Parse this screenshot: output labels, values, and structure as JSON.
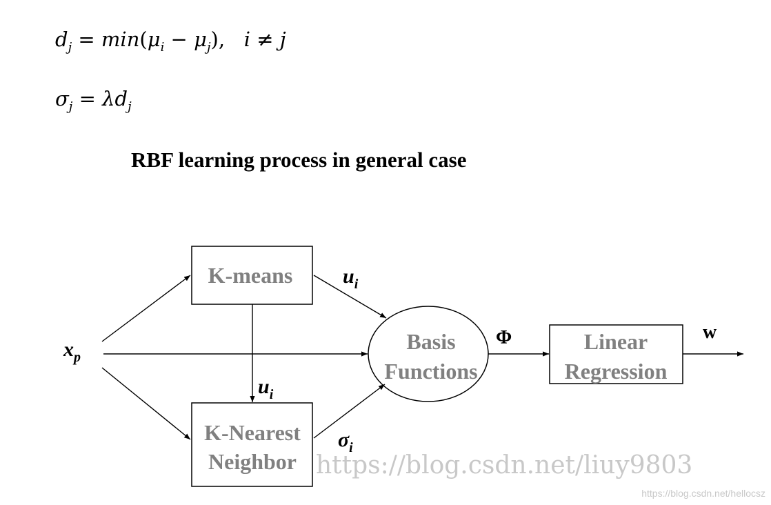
{
  "equations": {
    "eq1": {
      "lhs_var": "d",
      "lhs_sub": "j",
      "equals": "=",
      "func": "min",
      "open": "(",
      "mu1": "μ",
      "mu1_sub": "i",
      "minus": "−",
      "mu2": "μ",
      "mu2_sub": "j",
      "close": ")",
      "comma": ",",
      "cond_i": "i",
      "neq": "≠",
      "cond_j": "j"
    },
    "eq2": {
      "lhs_var": "σ",
      "lhs_sub": "j",
      "equals": "=",
      "lambda": "λ",
      "d": "d",
      "d_sub": "j"
    }
  },
  "heading": "RBF learning process in general case",
  "diagram": {
    "input": {
      "base": "x",
      "sub": "p"
    },
    "kmeans": "K-means",
    "knn": [
      "K-Nearest",
      "Neighbor"
    ],
    "basis": [
      "Basis",
      "Functions"
    ],
    "linreg": [
      "Linear",
      "Regression"
    ],
    "label_u_top": {
      "base": "u",
      "sub": "i"
    },
    "label_u_mid": {
      "base": "u",
      "sub": "i"
    },
    "label_sigma": {
      "base": "σ",
      "sub": "i"
    },
    "label_phi": "Φ",
    "label_w": "w",
    "box_text_color": "#808080"
  },
  "watermarks": {
    "main": "https://blog.csdn.net/liuy9803",
    "corner": "https://blog.csdn.net/hellocsz"
  }
}
